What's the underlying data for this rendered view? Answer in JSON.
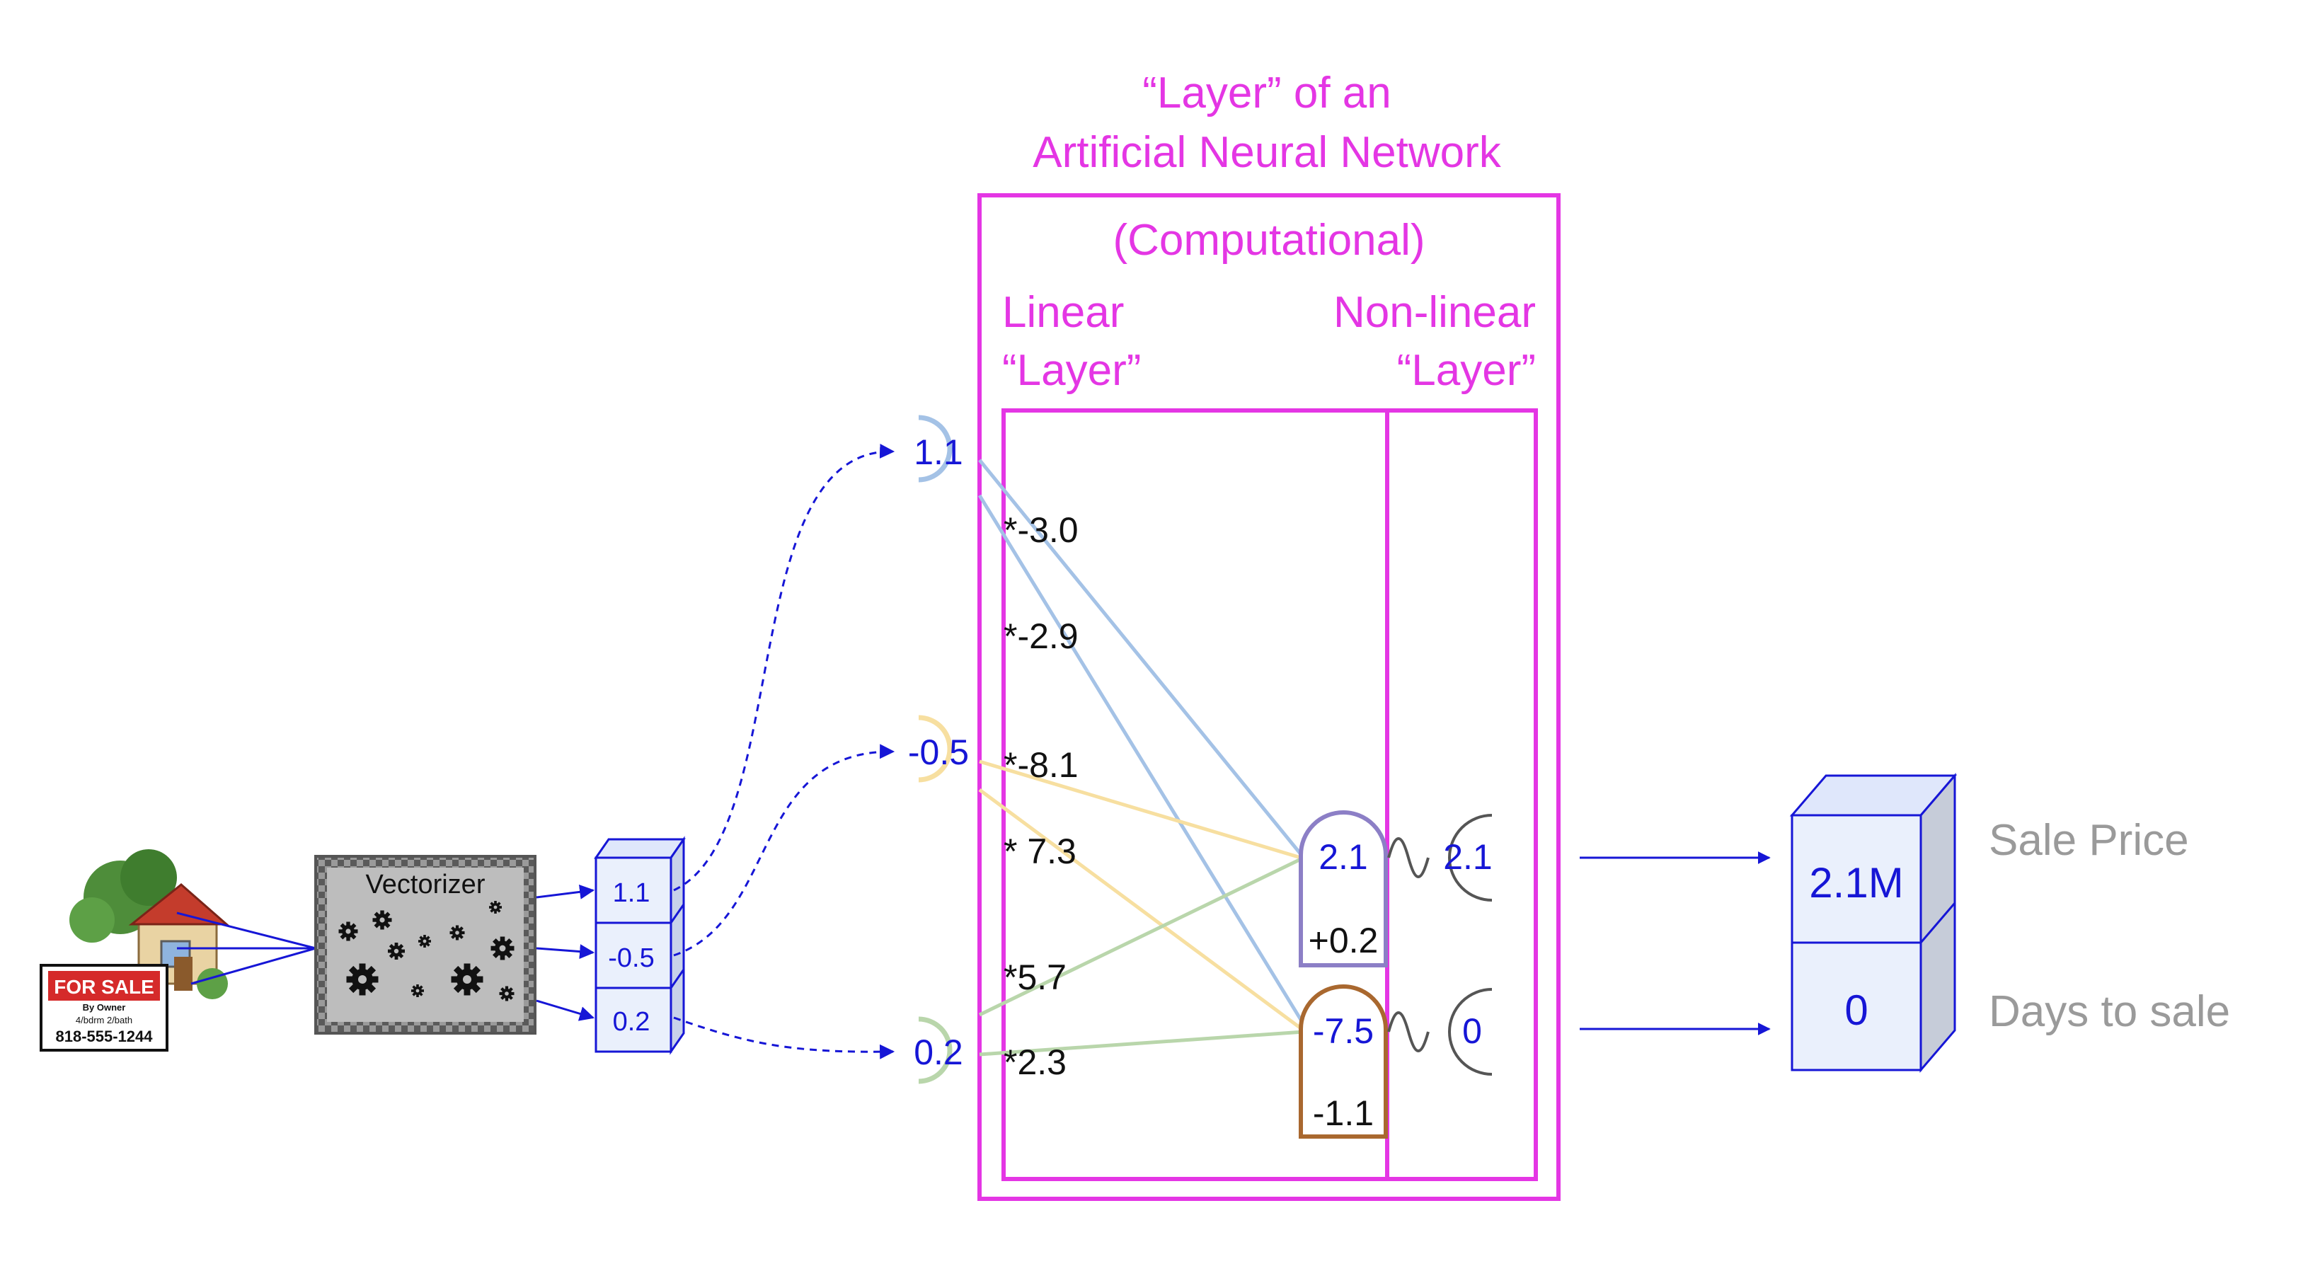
{
  "title": {
    "line1": "“Layer” of an",
    "line2": "Artificial Neural Network"
  },
  "computational_label": "(Computational)",
  "linear_label": {
    "line1": "Linear",
    "line2": "“Layer”"
  },
  "nonlinear_label": {
    "line1": "Non-linear",
    "line2": "“Layer”"
  },
  "sign": {
    "heading": "FOR SALE",
    "sub": "By Owner",
    "details": "4/bdrm 2/bath",
    "phone": "818-555-1244"
  },
  "vectorizer_label": "Vectorizer",
  "vector_values": [
    "1.1",
    "-0.5",
    "0.2"
  ],
  "input_nodes": [
    {
      "value": "1.1",
      "color": "#a4c2e6"
    },
    {
      "value": "-0.5",
      "color": "#f7dfa0"
    },
    {
      "value": "0.2",
      "color": "#b9d6ab"
    }
  ],
  "weights": [
    "*-3.0",
    "*-2.9",
    "*-8.1",
    "* 7.3",
    "*5.7",
    "*2.3"
  ],
  "sum_nodes": [
    {
      "value": "2.1",
      "bias": "+0.2",
      "color": "#8c7fc6"
    },
    {
      "value": "-7.5",
      "bias": "-1.1",
      "color": "#a9682f"
    }
  ],
  "activation_nodes": [
    "2.1",
    "0"
  ],
  "outputs": [
    {
      "value": "2.1M",
      "label": "Sale Price"
    },
    {
      "value": "0",
      "label": "Days to sale"
    }
  ],
  "colors": {
    "magenta": "#e436e4",
    "blue": "#1616d6",
    "box_fill": "#eaf0fc",
    "gray_label": "#9a9a9a"
  }
}
